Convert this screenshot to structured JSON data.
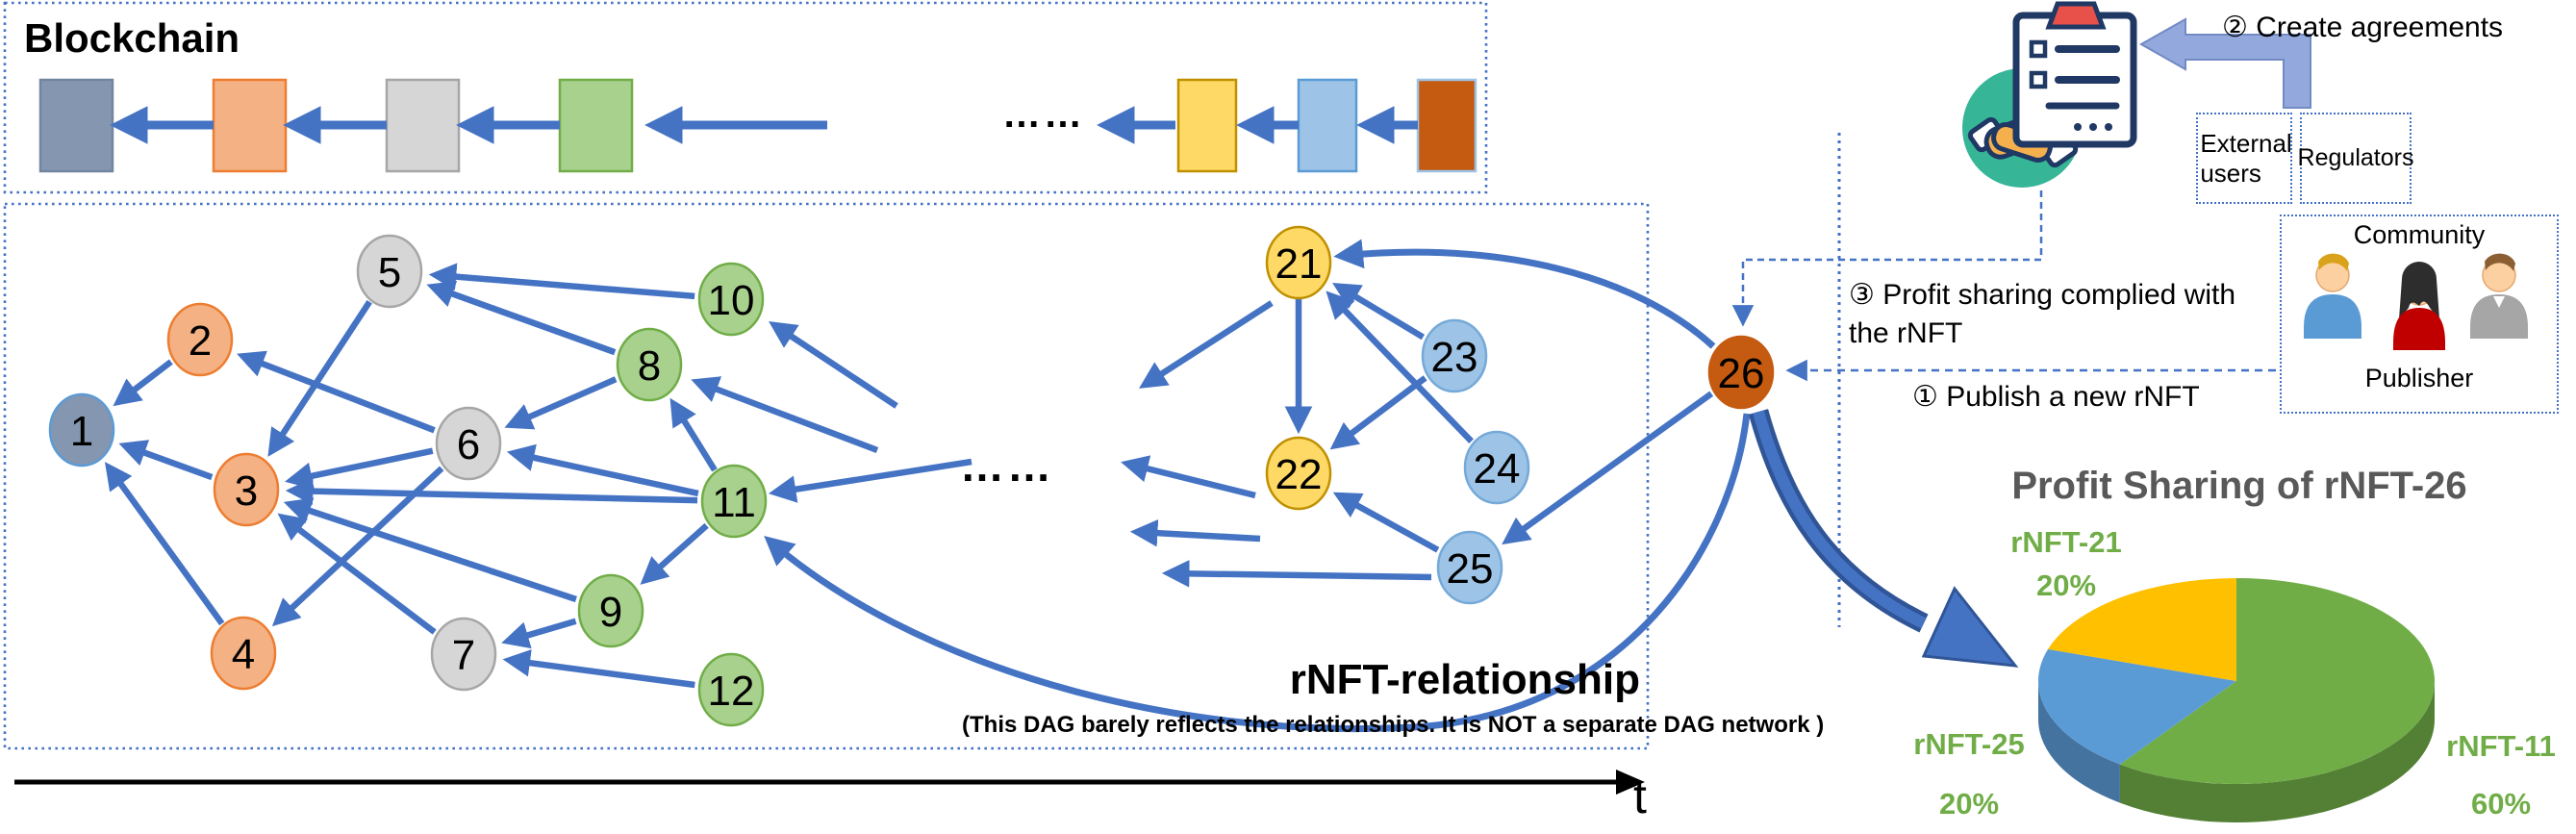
{
  "blockchain": {
    "title": "Blockchain",
    "ellipsis": "……",
    "blocks": [
      {
        "name": "block-1",
        "fill": "#8496b0",
        "stroke": "#7286a0"
      },
      {
        "name": "block-2",
        "fill": "#f4b183",
        "stroke": "#ed7d31"
      },
      {
        "name": "block-3",
        "fill": "#d6d6d6",
        "stroke": "#a6a6a6"
      },
      {
        "name": "block-4",
        "fill": "#a9d18e",
        "stroke": "#70ad47"
      },
      {
        "name": "block-5",
        "fill": "#ffd966",
        "stroke": "#bf9000"
      },
      {
        "name": "block-6",
        "fill": "#9dc3e6",
        "stroke": "#5b9bd5"
      },
      {
        "name": "block-7",
        "fill": "#c55a11",
        "stroke": "#9dc3e6"
      }
    ]
  },
  "dag": {
    "label": "rNFT-relationship",
    "caption": "(This DAG barely reflects the relationships. It is NOT a separate DAG network )",
    "ellipsis": "……",
    "nodes": [
      {
        "id": "1",
        "label": "1",
        "fill": "#8496b0",
        "stroke": "#5b9bd5"
      },
      {
        "id": "2",
        "label": "2",
        "fill": "#f4b183",
        "stroke": "#ed7d31"
      },
      {
        "id": "3",
        "label": "3",
        "fill": "#f4b183",
        "stroke": "#ed7d31"
      },
      {
        "id": "4",
        "label": "4",
        "fill": "#f4b183",
        "stroke": "#ed7d31"
      },
      {
        "id": "5",
        "label": "5",
        "fill": "#d6d6d6",
        "stroke": "#a6a6a6"
      },
      {
        "id": "6",
        "label": "6",
        "fill": "#d6d6d6",
        "stroke": "#a6a6a6"
      },
      {
        "id": "7",
        "label": "7",
        "fill": "#d6d6d6",
        "stroke": "#a6a6a6"
      },
      {
        "id": "8",
        "label": "8",
        "fill": "#a9d18e",
        "stroke": "#70ad47"
      },
      {
        "id": "9",
        "label": "9",
        "fill": "#a9d18e",
        "stroke": "#70ad47"
      },
      {
        "id": "10",
        "label": "10",
        "fill": "#a9d18e",
        "stroke": "#70ad47"
      },
      {
        "id": "11",
        "label": "11",
        "fill": "#a9d18e",
        "stroke": "#70ad47"
      },
      {
        "id": "12",
        "label": "12",
        "fill": "#a9d18e",
        "stroke": "#70ad47"
      },
      {
        "id": "21",
        "label": "21",
        "fill": "#ffd966",
        "stroke": "#bf9000"
      },
      {
        "id": "22",
        "label": "22",
        "fill": "#ffd966",
        "stroke": "#bf9000"
      },
      {
        "id": "23",
        "label": "23",
        "fill": "#9dc3e6",
        "stroke": "#74a9d8"
      },
      {
        "id": "24",
        "label": "24",
        "fill": "#9dc3e6",
        "stroke": "#74a9d8"
      },
      {
        "id": "25",
        "label": "25",
        "fill": "#9dc3e6",
        "stroke": "#74a9d8"
      },
      {
        "id": "26",
        "label": "26",
        "fill": "#c55a11",
        "stroke": "#c55a11"
      }
    ],
    "edges": [
      [
        "2",
        "1"
      ],
      [
        "3",
        "1"
      ],
      [
        "4",
        "1"
      ],
      [
        "5",
        "3"
      ],
      [
        "6",
        "2"
      ],
      [
        "6",
        "3"
      ],
      [
        "6",
        "4"
      ],
      [
        "8",
        "5"
      ],
      [
        "8",
        "6"
      ],
      [
        "10",
        "5"
      ],
      [
        "11",
        "6"
      ],
      [
        "11",
        "8"
      ],
      [
        "11",
        "9"
      ],
      [
        "11",
        "3"
      ],
      [
        "9",
        "3"
      ],
      [
        "9",
        "7"
      ],
      [
        "7",
        "3"
      ],
      [
        "12",
        "7"
      ],
      [
        "23",
        "21"
      ],
      [
        "24",
        "21"
      ],
      [
        "23",
        "22"
      ],
      [
        "21",
        "22"
      ],
      [
        "25",
        "22"
      ],
      [
        "26",
        "25"
      ]
    ],
    "edge_color": "#4573c4"
  },
  "annotations": {
    "step2": "② Create agreements",
    "step3_line1": "③ Profit sharing complied with",
    "step3_line2": "the rNFT",
    "step1": "① Publish a new rNFT"
  },
  "panels": {
    "external_users": "External users",
    "regulators": "Regulators",
    "community": "Community",
    "publisher": "Publisher"
  },
  "timeline": {
    "t_label": "t"
  },
  "icons": {
    "handshake": "handshake-icon",
    "contract": "contract-icon",
    "persons": [
      "person-blue-icon",
      "person-red-icon",
      "person-gray-icon"
    ]
  },
  "chart_data": {
    "type": "pie",
    "title": "Profit Sharing of rNFT-26",
    "labels": [
      "rNFT-11",
      "rNFT-25",
      "rNFT-21"
    ],
    "values": [
      60,
      20,
      20
    ],
    "percent_labels": [
      "60%",
      "20%",
      "20%"
    ],
    "colors": [
      "#70ad47",
      "#5b9bd5",
      "#ffc000"
    ],
    "label_color": "#70ad47",
    "title_color": "#595959",
    "direction": "clockwise",
    "start_angle_deg": 0,
    "style": "3d",
    "legend_position": "none"
  }
}
